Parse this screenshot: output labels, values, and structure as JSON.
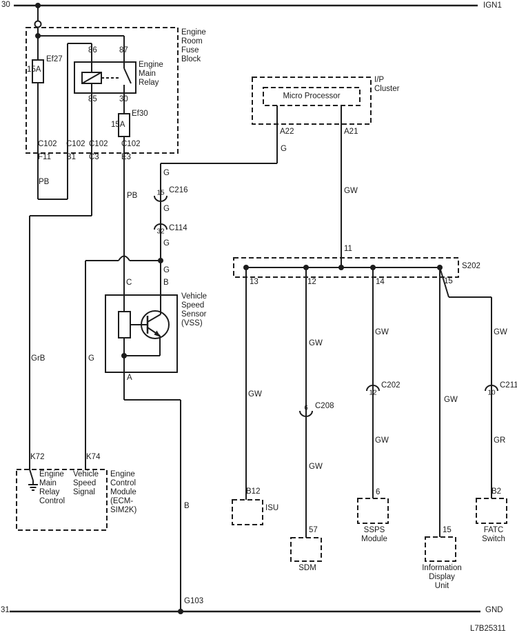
{
  "rails": {
    "top_left": "30",
    "top_right": "IGN1",
    "bottom_left": "31",
    "bottom_right": "GND",
    "ground_point": "G103"
  },
  "doc_number": "L7B25311",
  "fuse_block": {
    "title": "Engine\nRoom\nFuse\nBlock",
    "fuse1_name": "Ef27",
    "fuse1_rating": "15A",
    "fuse2_name": "Ef30",
    "fuse2_rating": "15A",
    "relay": {
      "name": "Engine\nMain\nRelay",
      "pin_86": "86",
      "pin_87": "87",
      "pin_85": "85",
      "pin_30": "30"
    }
  },
  "c102": {
    "label": "C102",
    "pins": [
      "F11",
      "B1",
      "C3",
      "E3"
    ]
  },
  "cluster": {
    "title": "I/P\nCluster",
    "processor": "Micro Processor",
    "pin_a22": "A22",
    "pin_a21": "A21"
  },
  "splice": {
    "name": "S202",
    "pin_11": "11",
    "pin_13": "13",
    "pin_12": "12",
    "pin_14": "14",
    "pin_15": "15"
  },
  "inline_connectors": {
    "c216": {
      "pin": "15",
      "name": "C216"
    },
    "c114": {
      "pin": "32",
      "name": "C114"
    },
    "c208": {
      "pin": "6",
      "name": "C208"
    },
    "c202": {
      "pin": "12",
      "name": "C202"
    },
    "c211": {
      "pin": "10",
      "name": "C211"
    }
  },
  "vss": {
    "title": "Vehicle\nSpeed\nSensor\n(VSS)",
    "pin_c": "C",
    "pin_b": "B",
    "pin_a": "A"
  },
  "ecm": {
    "pin_k72": "K72",
    "pin_k74": "K74",
    "k72_label": "Engine\nMain\nRelay\nControl",
    "k74_label": "Vehicle\nSpeed\nSignal",
    "title": "Engine\nControl\nModule\n(ECM-\nSIM2K)"
  },
  "destinations": {
    "isu": {
      "pin": "B12",
      "label": "ISU"
    },
    "sdm": {
      "pin": "57",
      "label": "SDM"
    },
    "ssps": {
      "pin": "6",
      "label": "SSPS\nModule"
    },
    "idu": {
      "pin": "15",
      "label": "Information\nDisplay\nUnit"
    },
    "fatc": {
      "pin": "B2",
      "label": "FATC\nSwitch"
    }
  },
  "wire_colors": {
    "pb_f11": "PB",
    "pb_e3": "PB",
    "grb": "GrB",
    "g_k74": "G",
    "g_a22": "G",
    "g_above_c216": "G",
    "g_between": "G",
    "g_below_c114": "G",
    "g_below_splice": "G",
    "b_ground": "B",
    "gw_a21": "GW",
    "gw_isu": "GW",
    "gw_sdm_upper": "GW",
    "gw_sdm_lower": "GW",
    "gw_ssps_upper": "GW",
    "gw_ssps_lower": "GW",
    "gw_idu": "GW",
    "gw_fatc": "GW",
    "gr_fatc": "GR"
  }
}
